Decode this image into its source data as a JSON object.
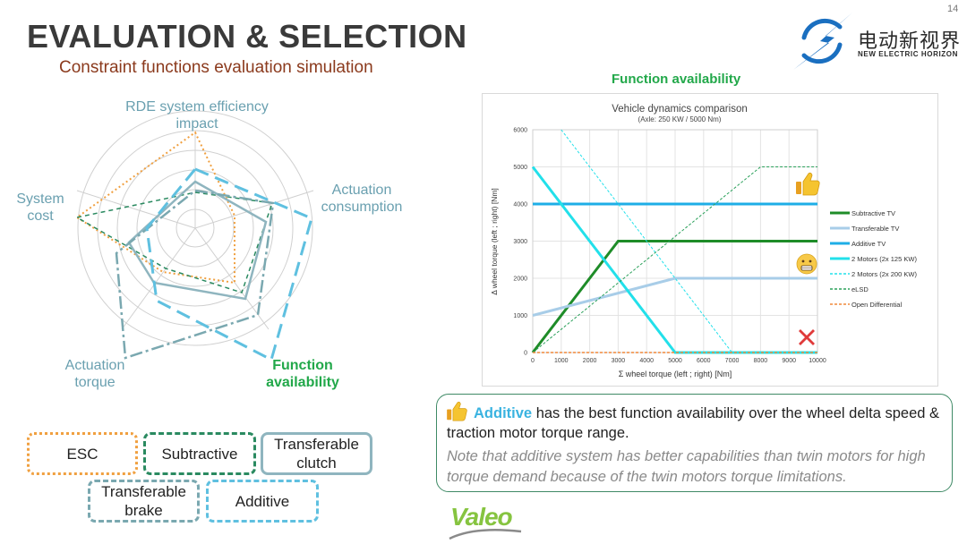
{
  "page": {
    "title": "EVALUATION & SELECTION",
    "subtitle": "Constraint functions evaluation simulation",
    "page_number": "14",
    "brand": {
      "name_cn": "电动新视界",
      "name_en": "NEW ELECTRIC HORIZON",
      "logo_icon": "lightning-globe-icon",
      "accent": "#1a6fc0"
    }
  },
  "radar": {
    "axes": [
      "RDE system efficiency impact",
      "Actuation consumption",
      "Function availability",
      "Actuation torque",
      "System cost"
    ],
    "highlight_axis": "Function availability",
    "highlight_color": "#22a84a"
  },
  "legend": {
    "esc": "ESC",
    "subtractive": "Subtractive",
    "transferable_clutch": "Transferable clutch",
    "transferable_brake": "Transferable brake",
    "additive": "Additive"
  },
  "function_availability": {
    "heading": "Function availability",
    "chart_data": {
      "type": "line",
      "title": "Vehicle dynamics comparison",
      "subtitle": "(Axle: 250 KW / 5000 Nm)",
      "xlabel": "Σ wheel torque (left ; right) [Nm]",
      "ylabel": "Δ wheel torque (left ; right) [Nm]",
      "xlim": [
        0,
        10000
      ],
      "ylim": [
        0,
        6000
      ],
      "xticks": [
        0,
        1000,
        2000,
        3000,
        4000,
        5000,
        6000,
        7000,
        8000,
        9000,
        10000
      ],
      "yticks": [
        0,
        1000,
        2000,
        3000,
        4000,
        5000,
        6000
      ],
      "grid": true,
      "legend_position": "right",
      "series": [
        {
          "name": "Subtractive TV",
          "color": "#1e8c28",
          "style": "solid",
          "width": 3,
          "x": [
            0,
            3000,
            10000
          ],
          "y": [
            0,
            3000,
            3000
          ]
        },
        {
          "name": "Transferable TV",
          "color": "#a8cde8",
          "style": "solid",
          "width": 3,
          "x": [
            0,
            5000,
            10000
          ],
          "y": [
            1000,
            2000,
            2000
          ]
        },
        {
          "name": "Additive TV",
          "color": "#1eaee6",
          "style": "solid",
          "width": 3,
          "x": [
            0,
            10000
          ],
          "y": [
            4000,
            4000
          ]
        },
        {
          "name": "2 Motors (2x 125 KW)",
          "color": "#22e0ea",
          "style": "solid",
          "width": 3,
          "x": [
            0,
            5000,
            10000
          ],
          "y": [
            5000,
            0,
            0
          ]
        },
        {
          "name": "2 Motors (2x 200 KW)",
          "color": "#22e0ea",
          "style": "dashed",
          "width": 1,
          "x": [
            1000,
            7000,
            10000
          ],
          "y": [
            6000,
            0,
            0
          ]
        },
        {
          "name": "eLSD",
          "color": "#2aa05a",
          "style": "dashed",
          "width": 1,
          "x": [
            0,
            8000,
            10000
          ],
          "y": [
            0,
            5000,
            5000
          ]
        },
        {
          "name": "Open Differential",
          "color": "#f0883a",
          "style": "dashed",
          "width": 1.5,
          "x": [
            0,
            10000
          ],
          "y": [
            0,
            0
          ]
        }
      ],
      "markers": [
        "thumbs-up-icon",
        "grimace-emoji-icon",
        "red-cross-icon"
      ]
    }
  },
  "callout": {
    "icon": "thumbs-up-icon",
    "highlight": "Additive",
    "text": "has the best function availability over the wheel delta speed & traction motor torque range.",
    "note": "Note that additive system has better capabilities than twin motors for high torque demand because of the twin motors torque limitations."
  },
  "footer": {
    "logo_text": "Valeo"
  }
}
